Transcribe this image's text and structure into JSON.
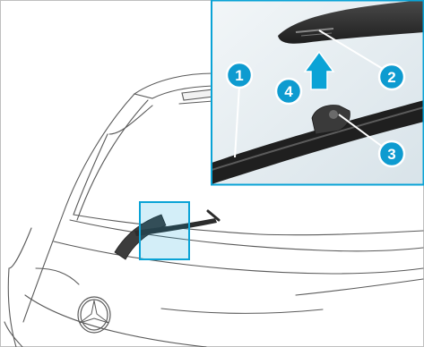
{
  "figure": {
    "callouts": [
      {
        "number": "1"
      },
      {
        "number": "2"
      },
      {
        "number": "3"
      },
      {
        "number": "4"
      }
    ]
  },
  "colors": {
    "accent": "#0aa3d6",
    "inset_background": "#e6eef2",
    "line": "#4a4a4a",
    "callout_fill": "#0e9bd0",
    "callout_ring": "#ffffff"
  }
}
